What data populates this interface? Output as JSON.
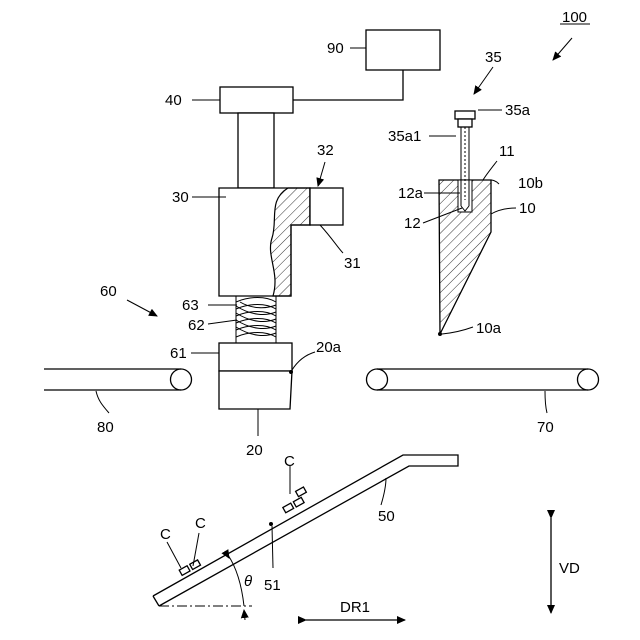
{
  "labels": {
    "l100": "100",
    "l90": "90",
    "l40": "40",
    "l35": "35",
    "l35a": "35a",
    "l35a1": "35a1",
    "l32": "32",
    "l11": "11",
    "l30": "30",
    "l10b": "10b",
    "l12a": "12a",
    "l10": "10",
    "l12": "12",
    "l31": "31",
    "l60": "60",
    "l63": "63",
    "l62": "62",
    "l10a": "10a",
    "l61": "61",
    "l20a": "20a",
    "l80": "80",
    "l70": "70",
    "l20": "20",
    "lC1": "C",
    "lC2": "C",
    "lC3": "C",
    "l50": "50",
    "l51": "51",
    "ltheta": "θ",
    "lVD": "VD",
    "lDR1": "DR1"
  }
}
